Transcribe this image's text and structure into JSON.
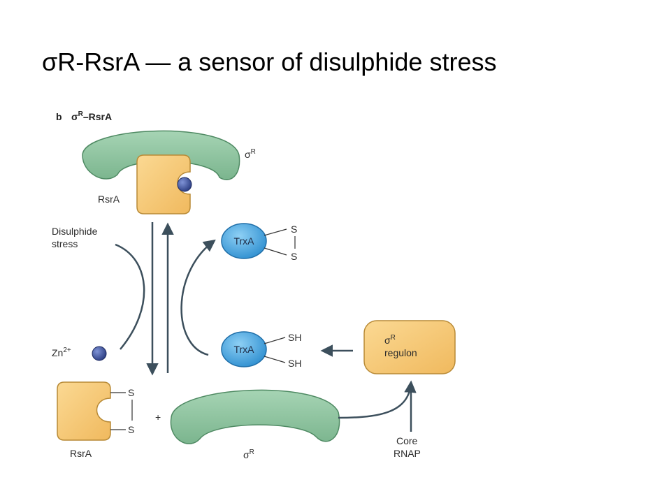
{
  "title": "σR-RsrA — a sensor of disulphide stress",
  "panel": {
    "letter": "b",
    "heading_base": "σ",
    "heading_sup": "R",
    "heading_tail": "–RsrA"
  },
  "labels": {
    "sigma_base": "σ",
    "sigma_sup": "R",
    "rsra": "RsrA",
    "disulphide_line1": "Disulphide",
    "disulphide_line2": "stress",
    "zinc_base": "Zn",
    "zinc_sup": "2+",
    "trxa": "TrxA",
    "s": "S",
    "sh": "SH",
    "plus": "+",
    "regulon_base": "σ",
    "regulon_sup": "R",
    "regulon_line2": "regulon",
    "core_line1": "Core",
    "core_line2": "RNAP"
  },
  "colors": {
    "sigma_fill": "#8fc6a2",
    "sigma_stroke": "#4f8a63",
    "rsra_fill": "#f7c978",
    "rsra_stroke": "#b88a36",
    "trxa_fill": "#4aa8e0",
    "trxa_stroke": "#1f6ea8",
    "zinc_fill": "#3a4f9a",
    "arrow": "#3c4f5c"
  }
}
